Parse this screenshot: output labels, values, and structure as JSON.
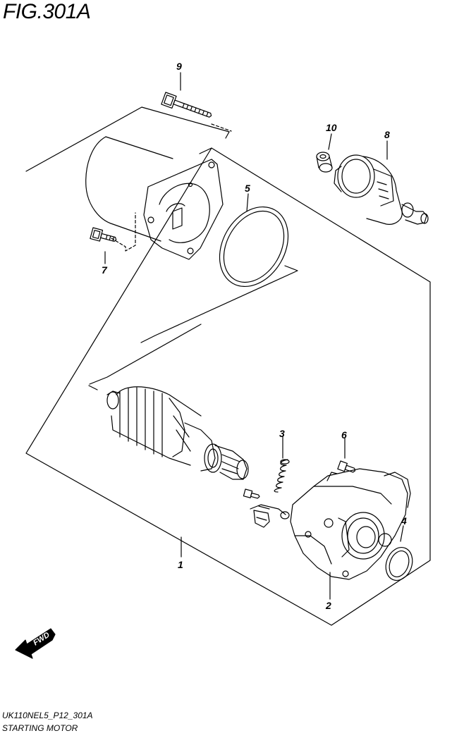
{
  "figure": {
    "title": "FIG.301A",
    "model_code": "UK110NEL5_P12_301A",
    "name": "STARTING MOTOR"
  },
  "callouts": [
    {
      "ref": "9",
      "label": "9"
    },
    {
      "ref": "10",
      "label": "10"
    },
    {
      "ref": "8",
      "label": "8"
    },
    {
      "ref": "5",
      "label": "5"
    },
    {
      "ref": "7",
      "label": "7"
    },
    {
      "ref": "3",
      "label": "3"
    },
    {
      "ref": "6",
      "label": "6"
    },
    {
      "ref": "4",
      "label": "4"
    },
    {
      "ref": "1",
      "label": "1"
    },
    {
      "ref": "2",
      "label": "2"
    }
  ],
  "direction_arrow": {
    "label": "FWD"
  },
  "colors": {
    "ink": "#000000",
    "paper": "#ffffff"
  }
}
